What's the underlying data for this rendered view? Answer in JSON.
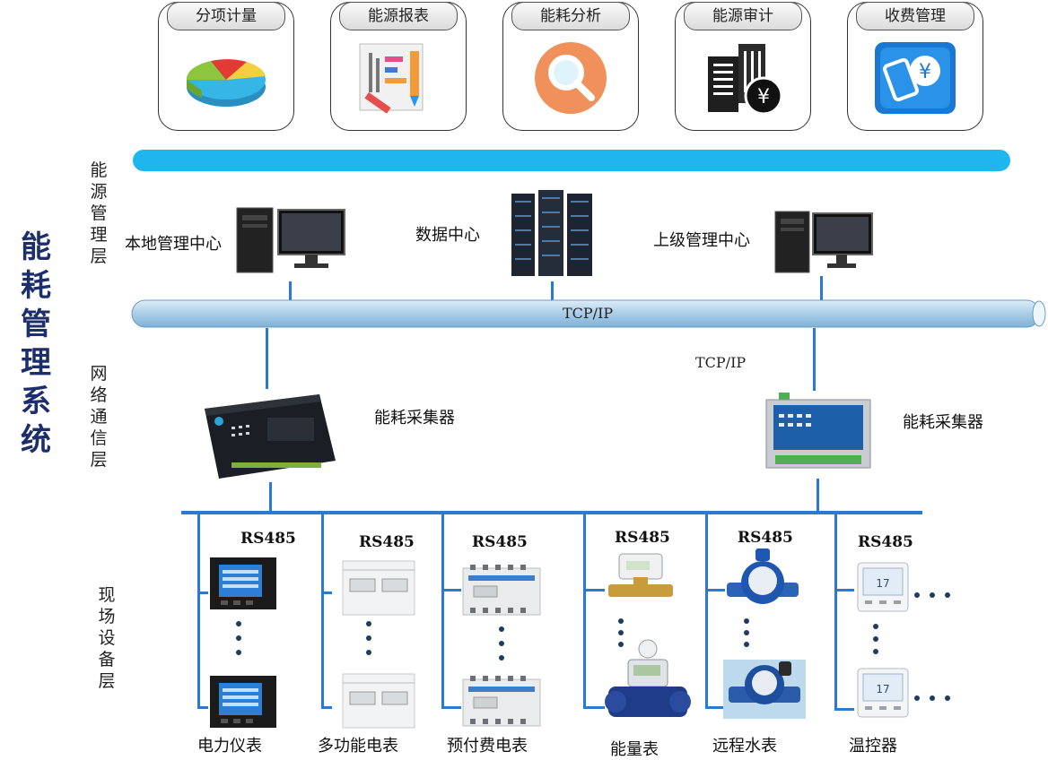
{
  "title": "能耗管理系统",
  "modules": [
    {
      "label": "分项计量",
      "icon": "pie-chart-icon"
    },
    {
      "label": "能源报表",
      "icon": "report-icon"
    },
    {
      "label": "能耗分析",
      "icon": "magnifier-icon"
    },
    {
      "label": "能源审计",
      "icon": "building-yen-icon"
    },
    {
      "label": "收费管理",
      "icon": "payment-yen-icon"
    }
  ],
  "layers": {
    "energy_mgmt": "能源管理层",
    "network": "网络通信层",
    "field": "现场设备层"
  },
  "management_nodes": {
    "local": "本地管理中心",
    "datacenter": "数据中心",
    "upper": "上级管理中心"
  },
  "network": {
    "bus_label": "TCP/IP",
    "right_link_label": "TCP/IP",
    "collector_left": "能耗采集器",
    "collector_right": "能耗采集器"
  },
  "field_devices": [
    {
      "bus": "RS485",
      "name": "电力仪表"
    },
    {
      "bus": "RS485",
      "name": "多功能电表"
    },
    {
      "bus": "RS485",
      "name": "预付费电表"
    },
    {
      "bus": "RS485",
      "name": "能量表"
    },
    {
      "bus": "RS485",
      "name": "远程水表"
    },
    {
      "bus": "RS485",
      "name": "温控器"
    }
  ],
  "colors": {
    "bar": "#1fb5ee",
    "pipe": "#a9cde6",
    "line": "#2a7bd0",
    "title": "#1d2f6b"
  }
}
